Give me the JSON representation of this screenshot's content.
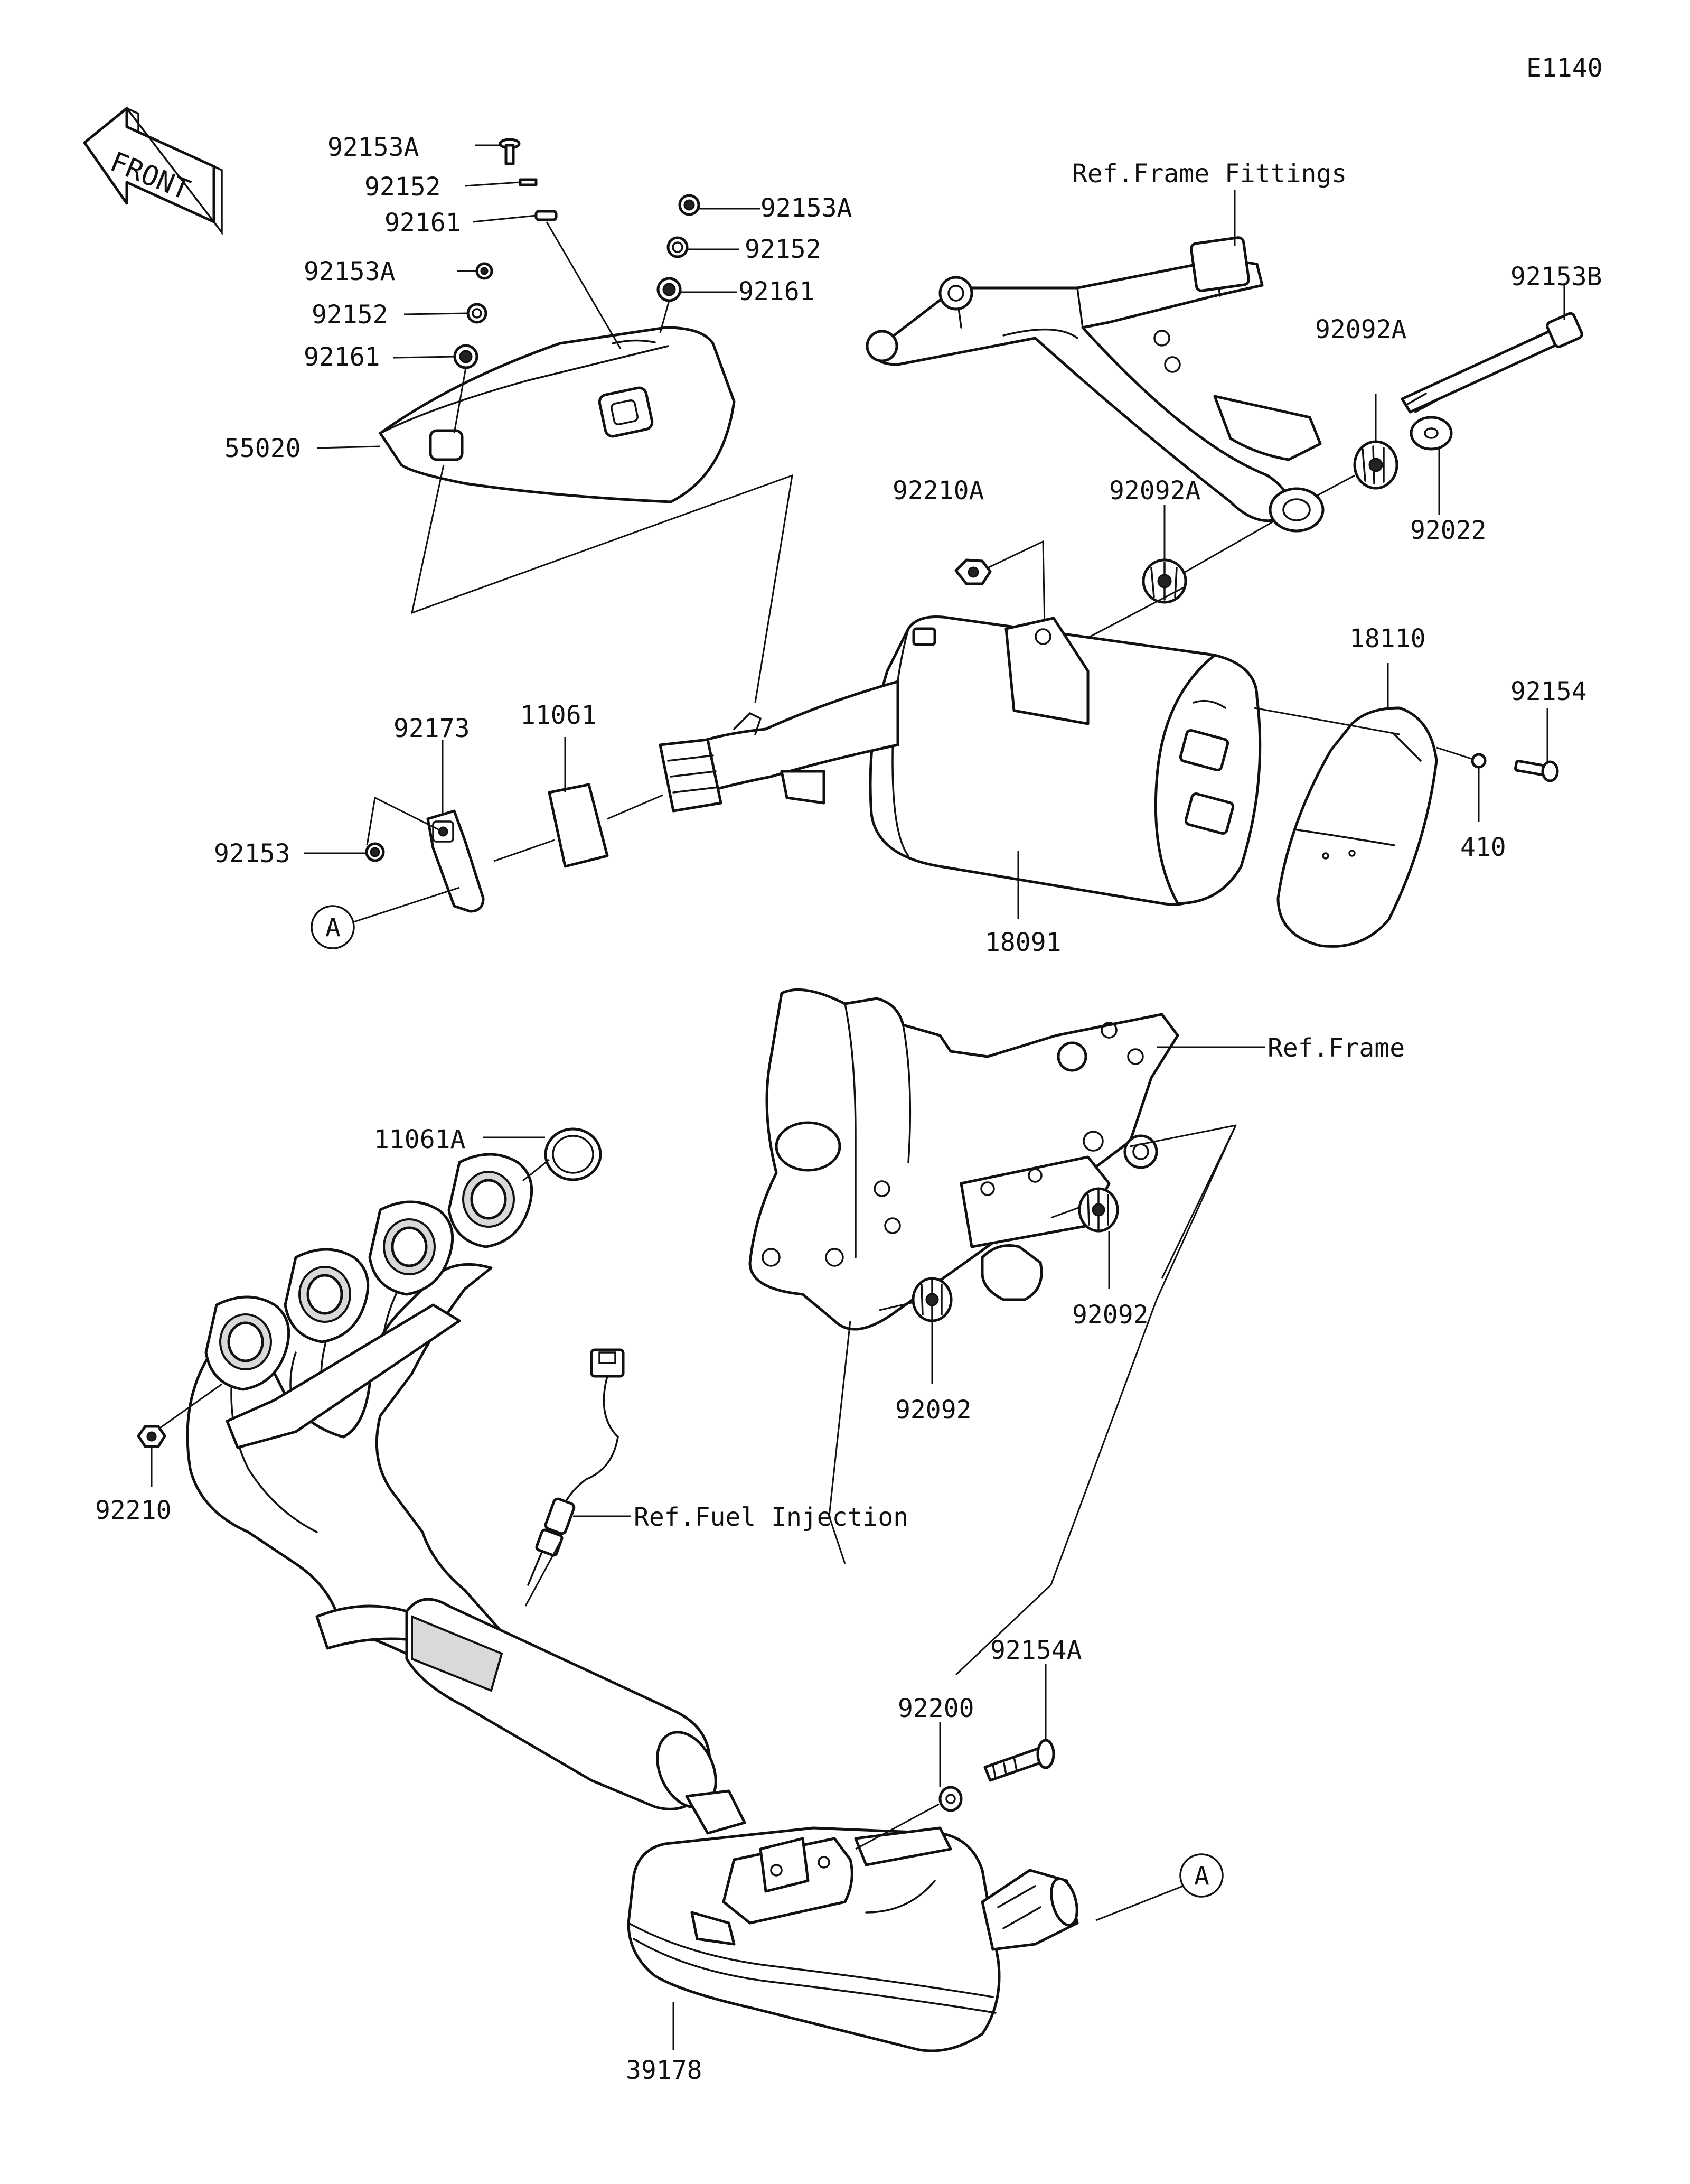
{
  "diagram": {
    "code": "E1140",
    "front_label": "FRONT",
    "callout_letter": "A",
    "references": {
      "frame_fittings": "Ref.Frame Fittings",
      "frame": "Ref.Frame",
      "fuel_injection": "Ref.Fuel Injection"
    },
    "parts": {
      "p92153A_a": "92153A",
      "p92152_a": "92152",
      "p92161_a": "92161",
      "p92153A_b": "92153A",
      "p92152_b": "92152",
      "p92161_b": "92161",
      "p92153A_c": "92153A",
      "p92152_c": "92152",
      "p92161_c": "92161",
      "p55020": "55020",
      "p92153B": "92153B",
      "p92092A_a": "92092A",
      "p92092A_b": "92092A",
      "p92022": "92022",
      "p92210A": "92210A",
      "p18110": "18110",
      "p92154": "92154",
      "p410": "410",
      "p92173": "92173",
      "p11061": "11061",
      "p92153": "92153",
      "p18091": "18091",
      "p11061A": "11061A",
      "p92092_a": "92092",
      "p92092_b": "92092",
      "p92210": "92210",
      "p92154A": "92154A",
      "p92200": "92200",
      "p39178": "39178"
    }
  }
}
